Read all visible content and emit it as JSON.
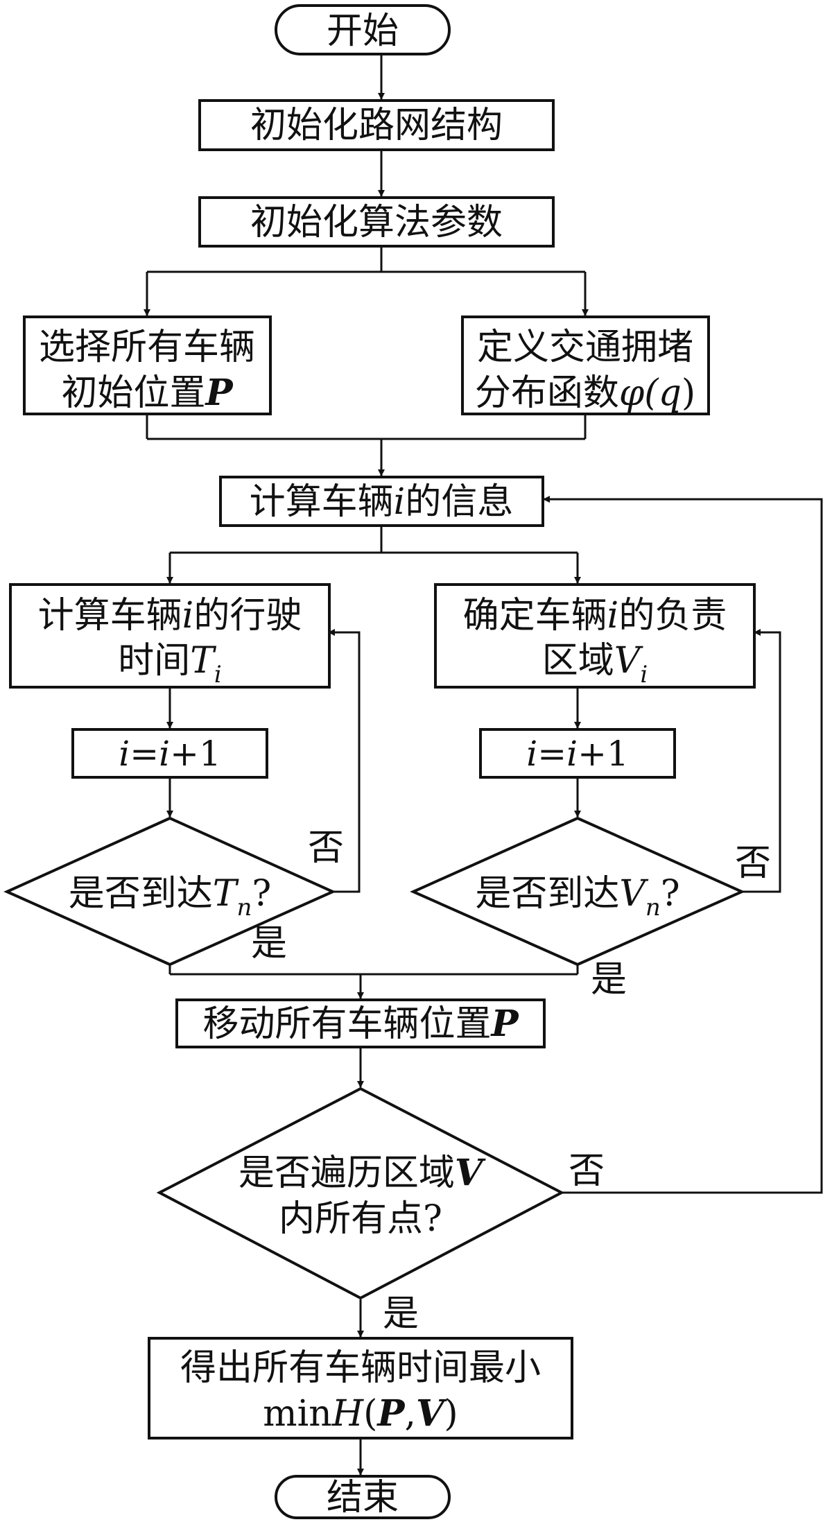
{
  "nodes": {
    "start": "开始",
    "init_network": "初始化路网结构",
    "init_params": "初始化算法参数",
    "select_positions": {
      "line1": "选择所有车辆",
      "line2_text": "初始位置",
      "line2_var": "P"
    },
    "define_distribution": {
      "line1": "定义交通拥堵",
      "line2_text": "分布函数",
      "line2_func": "φ(",
      "line2_arg": "q",
      "line2_close": ")"
    },
    "compute_info": {
      "text1": "计算车辆",
      "var": "i",
      "text2": "的信息"
    },
    "compute_travel_time": {
      "line1_text1": "计算车辆",
      "line1_var": "i",
      "line1_text2": "的行驶",
      "line2_text": "时间",
      "line2_var": "T",
      "line2_sub": "i"
    },
    "determine_region": {
      "line1_text1": "确定车辆",
      "line1_var": "i",
      "line1_text2": "的负责",
      "line2_text": "区域",
      "line2_var": "V",
      "line2_sub": "i"
    },
    "increment_left": {
      "var1": "i",
      "eq": "=",
      "var2": "i",
      "rest": "+1"
    },
    "increment_right": {
      "var1": "i",
      "eq": "=",
      "var2": "i",
      "rest": "+1"
    },
    "decision_tn": {
      "text": "是否到达",
      "var": "T",
      "sub": "n",
      "q": "?"
    },
    "decision_vn": {
      "text": "是否到达",
      "var": "V",
      "sub": "n",
      "q": "?"
    },
    "move_vehicles": {
      "text": "移动所有车辆位置",
      "var": "P"
    },
    "decision_traverse": {
      "line1_text": "是否遍历区域",
      "line1_var": "V",
      "line2": "内所有点?"
    },
    "result": {
      "line1": "得出所有车辆时间最小",
      "line2_min": "min",
      "line2_h": "H",
      "line2_open": "(",
      "line2_p": "P",
      "line2_comma": ",",
      "line2_v": "V",
      "line2_close": ")"
    },
    "end": "结束"
  },
  "edge_labels": {
    "tn_no": "否",
    "tn_yes": "是",
    "vn_no": "否",
    "vn_yes": "是",
    "traverse_no": "否",
    "traverse_yes": "是"
  }
}
